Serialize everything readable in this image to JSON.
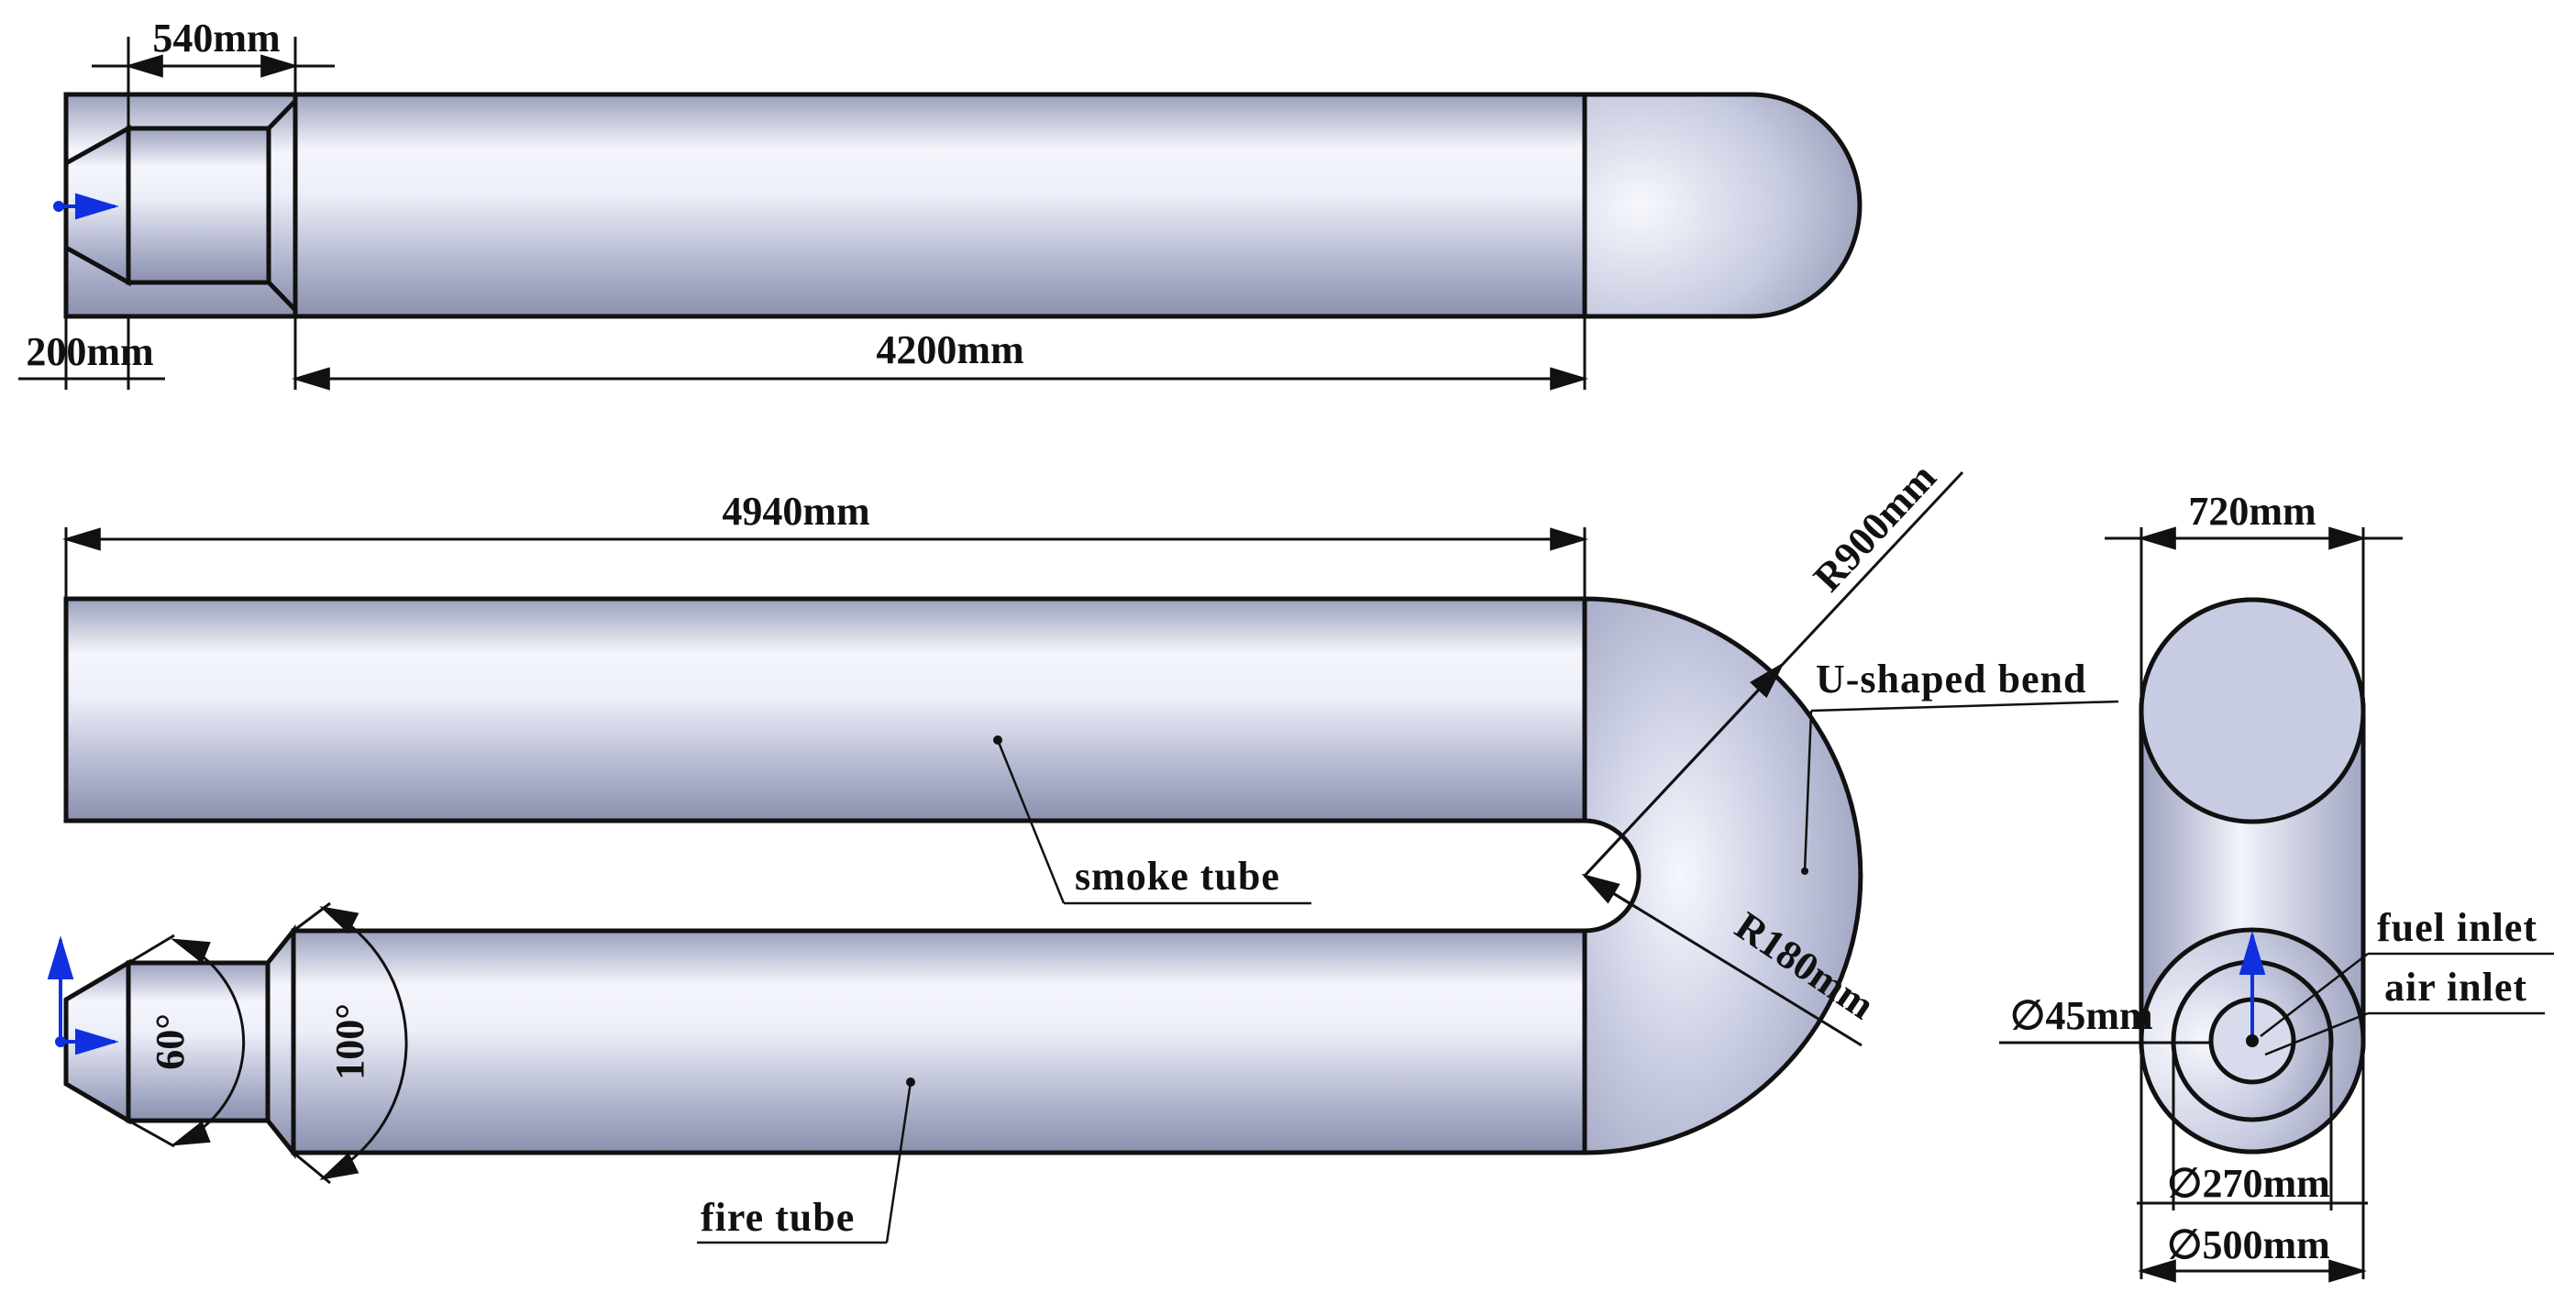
{
  "dimensions": {
    "d540": "540mm",
    "d200": "200mm",
    "d4200": "4200mm",
    "d4940": "4940mm",
    "r900": "R900mm",
    "r180": "R180mm",
    "a60": "60°",
    "a100": "100°",
    "w720": "720mm",
    "phi45": "∅45mm",
    "phi270": "∅270mm",
    "phi500": "∅500mm"
  },
  "labels": {
    "u_bend": "U-shaped bend",
    "smoke_tube": "smoke tube",
    "fire_tube": "fire tube",
    "fuel_inlet": "fuel inlet",
    "air_inlet": "air inlet"
  },
  "colors": {
    "metal_light": "#f4f5fb",
    "metal_mid": "#c9cde2",
    "metal_dark": "#8a90ae",
    "outline": "#111111",
    "axis_blue": "#1030e0"
  },
  "icons": [
    "origin-axis-triad-icon"
  ]
}
